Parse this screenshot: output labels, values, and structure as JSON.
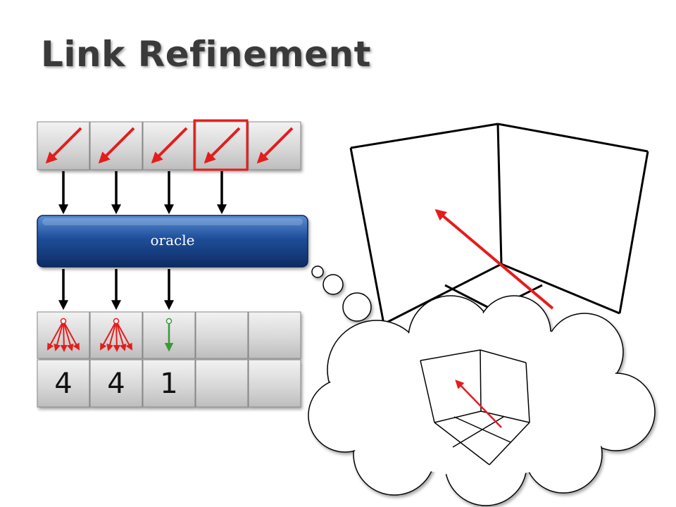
{
  "slide": {
    "title": "Link Refinement"
  },
  "oracle": {
    "label": "oracle"
  },
  "counts": [
    "4",
    "4",
    "1",
    "",
    ""
  ],
  "colors": {
    "title": "#3a3a3a",
    "oracle_fill": "#1f4e99",
    "selection_box": "#e51c1c",
    "link_arrow": "#e51c1c",
    "refined_arrow": "#3a9a3a",
    "cell_fill": "#d6d6d6"
  }
}
